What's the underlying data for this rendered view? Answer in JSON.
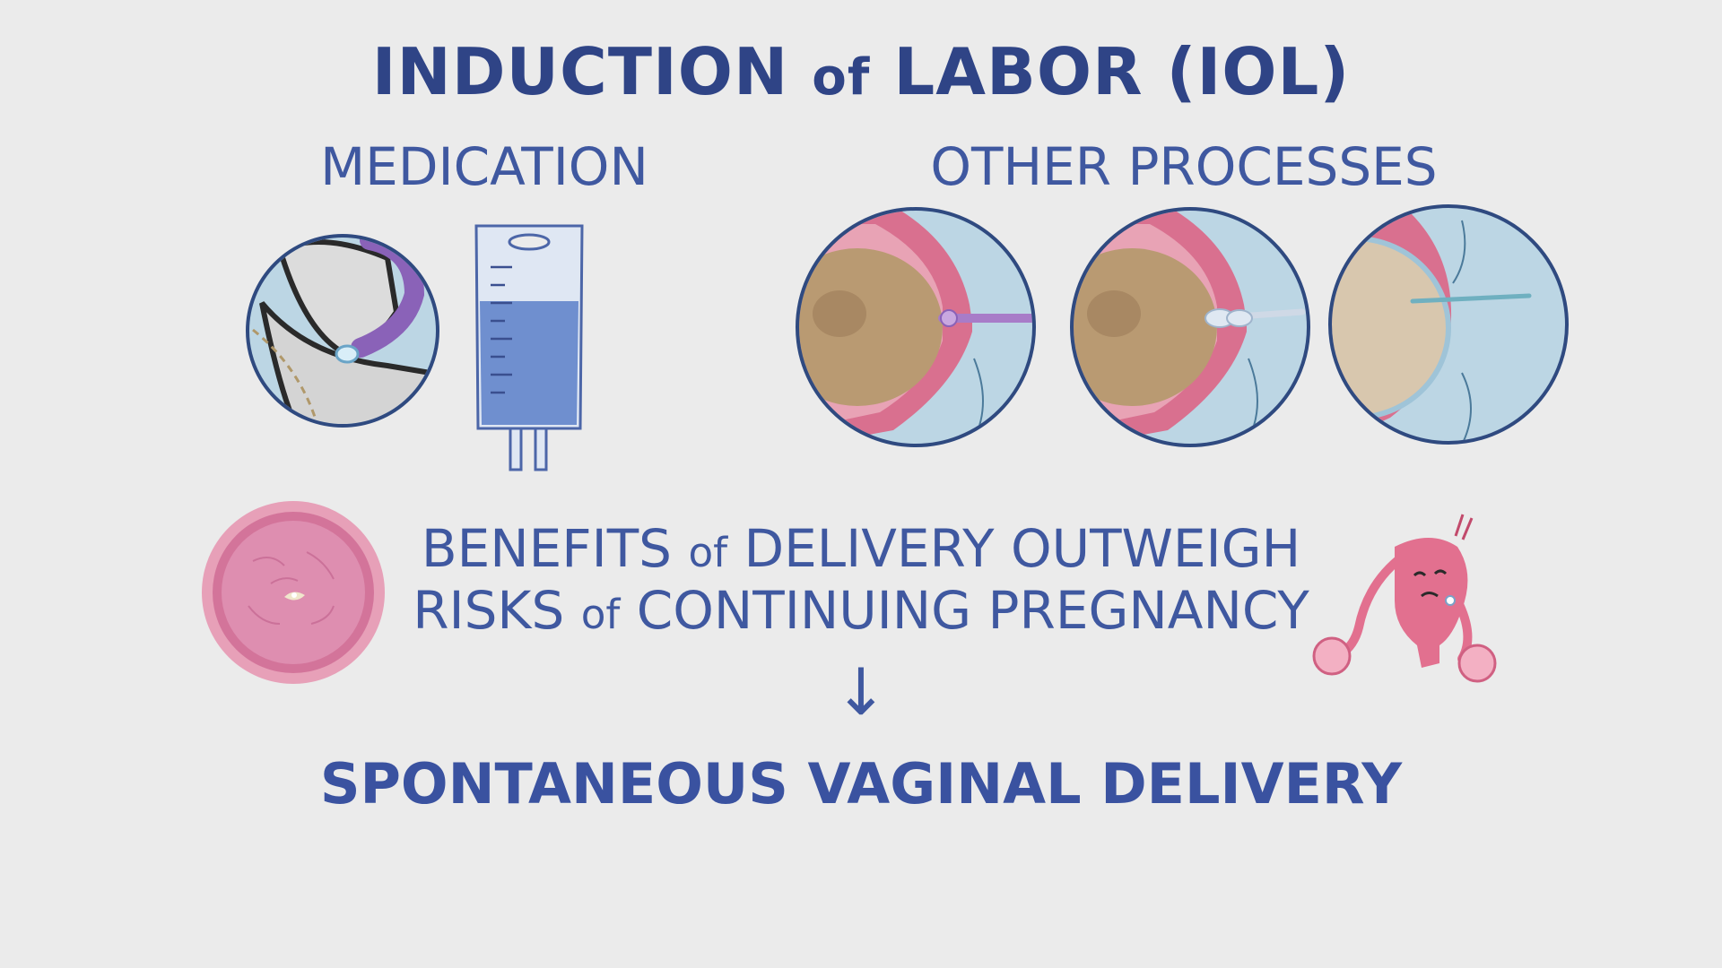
{
  "title": {
    "main_a": "INDUCTION",
    "of_a": "of",
    "main_b": "LABOR (IOL)"
  },
  "sections": {
    "medication": "MEDICATION",
    "other_processes": "OTHER PROCESSES"
  },
  "statement": {
    "line1_a": "BENEFITS",
    "line1_of": "of",
    "line1_b": "DELIVERY OUTWEIGH",
    "line2_a": "RISKS",
    "line2_of": "of",
    "line2_b": "CONTINUING PREGNANCY"
  },
  "arrow": "↓",
  "outcome": "SPONTANEOUS VAGINAL DELIVERY",
  "colors": {
    "text": "#3f58a0",
    "title": "#2f4486",
    "background": "#ebebeb",
    "circle_fill": "#bcd6e4",
    "circle_stroke": "#2f4a80",
    "tissue_pink": "#d9708f",
    "baby_head": "#b99a72",
    "iv_fluid": "#6f8fcf"
  },
  "icons": [
    "vaginal-insert-icon",
    "iv-bag-icon",
    "membrane-sweep-icon",
    "balloon-catheter-icon",
    "amniotomy-icon",
    "cervix-icon",
    "uterus-character-icon",
    "down-arrow-icon"
  ]
}
